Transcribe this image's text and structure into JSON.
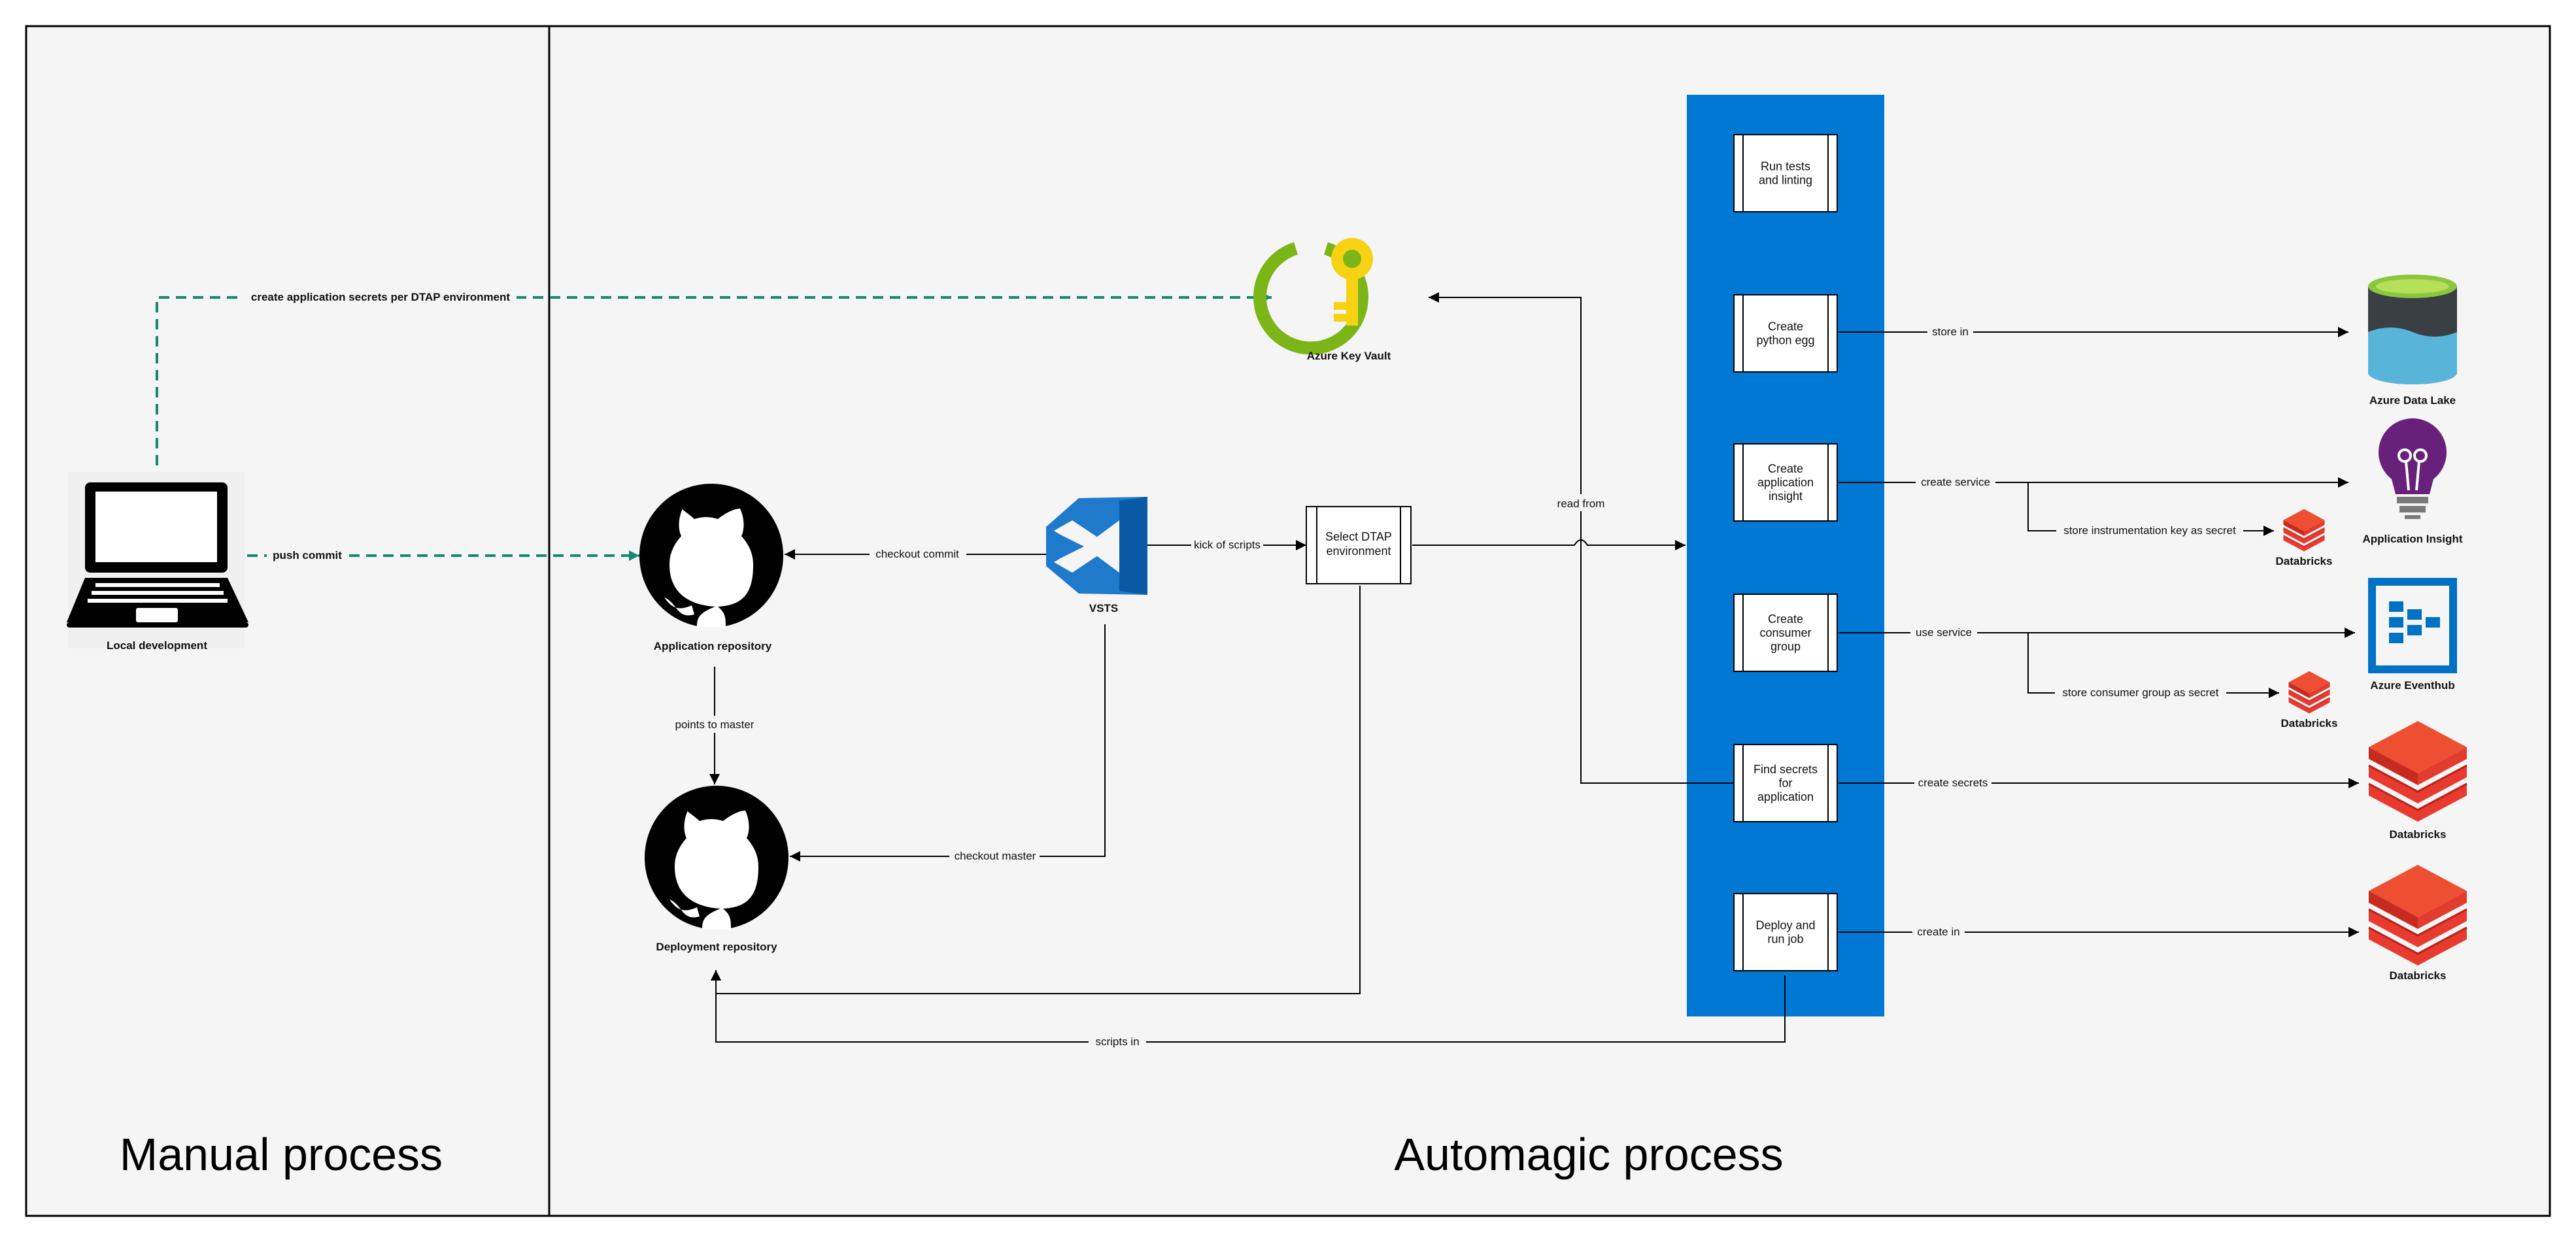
{
  "sections": {
    "manual": "Manual process",
    "automagic": "Automagic process"
  },
  "nodes": {
    "local_dev": "Local development",
    "key_vault": "Azure Key Vault",
    "app_repo": "Application repository",
    "deploy_repo": "Deployment repository",
    "vsts": "VSTS",
    "select_dtap": [
      "Select DTAP",
      "environment"
    ],
    "data_lake": "Azure Data Lake",
    "app_insight": "Application Insight",
    "eventhub": "Azure Eventhub",
    "databricks_small_1": "Databricks",
    "databricks_small_2": "Databricks",
    "databricks_1": "Databricks",
    "databricks_2": "Databricks"
  },
  "pipeline_steps": [
    [
      "Run tests",
      "and linting"
    ],
    [
      "Create",
      "python egg"
    ],
    [
      "Create",
      "application",
      "insight"
    ],
    [
      "Create",
      "consumer",
      "group"
    ],
    [
      "Find secrets",
      "for",
      "application"
    ],
    [
      "Deploy and",
      "run job"
    ]
  ],
  "edges": {
    "create_secrets_env": "create application secrets per DTAP environment",
    "push_commit": "push commit",
    "checkout_commit": "checkout commit",
    "kick_of_scripts": "kick of scripts",
    "read_from": "read from",
    "points_to_master": "points to master",
    "checkout_master": "checkout master",
    "scripts_in": "scripts in",
    "store_in": "store in",
    "create_service": "create service",
    "store_instrumentation": "store instrumentation key as secret",
    "use_service": "use service",
    "store_consumer": "store consumer group as secret",
    "create_secrets": "create secrets",
    "create_in": "create in"
  },
  "colors": {
    "background": "#f5f5f5",
    "pipeline": "#0078d4",
    "dashed_arrow": "#128a6e",
    "github": "#000000",
    "vsts": "#1f7acc",
    "keyvault_ring": "#7cb518",
    "keyvault_key": "#f6d213",
    "databricks": "#e8392d",
    "appinsight": "#68217a",
    "eventhub": "#0072c6",
    "datalake_top": "#8cc63f",
    "datalake_body": "#3a3f44",
    "datalake_water": "#59b4d9"
  }
}
